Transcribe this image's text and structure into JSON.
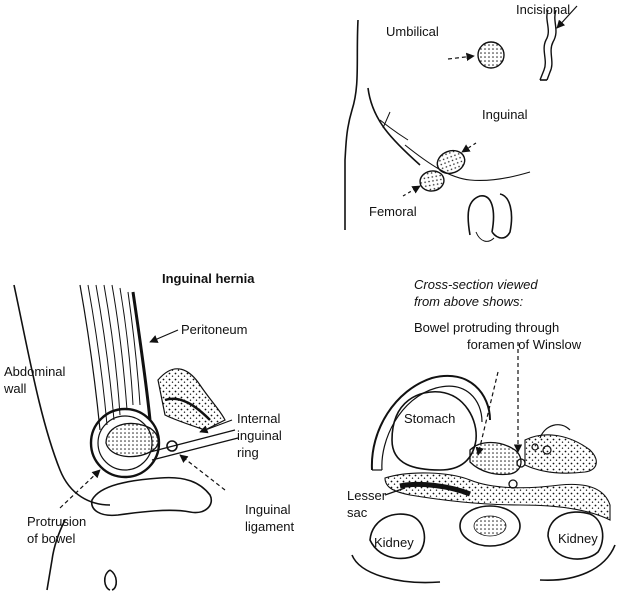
{
  "labels": {
    "incisional": "Incisional",
    "umbilical": "Umbilical",
    "inguinal": "Inguinal",
    "femoral": "Femoral",
    "inguinal_hernia_title": "Inguinal hernia",
    "peritoneum": "Peritoneum",
    "abdominal_wall_1": "Abdominal",
    "abdominal_wall_2": "wall",
    "internal_ring_1": "Internal",
    "internal_ring_2": "inguinal",
    "internal_ring_3": "ring",
    "inguinal_ligament_1": "Inguinal",
    "inguinal_ligament_2": "ligament",
    "protrusion_1": "Protrusion",
    "protrusion_2": "of bowel",
    "cross_section_1": "Cross-section viewed",
    "cross_section_2": "from above shows:",
    "bowel_protruding_1": "Bowel protruding through",
    "bowel_protruding_2": "foramen of Winslow",
    "stomach": "Stomach",
    "lesser_sac_1": "Lesser",
    "lesser_sac_2": "sac",
    "kidney_left": "Kidney",
    "kidney_right": "Kidney"
  }
}
